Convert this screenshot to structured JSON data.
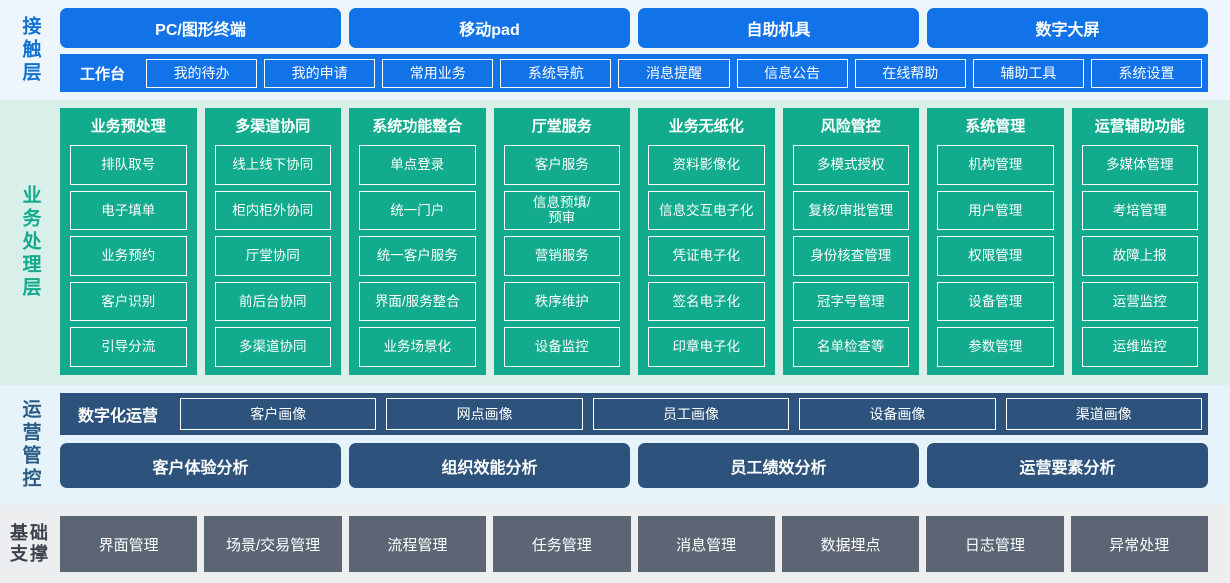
{
  "layers": {
    "contact": {
      "label": "接触层",
      "channels": [
        "PC/图形终端",
        "移动pad",
        "自助机具",
        "数字大屏"
      ],
      "workbench_title": "工作台",
      "workbench_items": [
        "我的待办",
        "我的申请",
        "常用业务",
        "系统导航",
        "消息提醒",
        "信息公告",
        "在线帮助",
        "辅助工具",
        "系统设置"
      ]
    },
    "business": {
      "label": "业务处理层",
      "columns": [
        {
          "title": "业务预处理",
          "items": [
            "排队取号",
            "电子填单",
            "业务预约",
            "客户识别",
            "引导分流"
          ]
        },
        {
          "title": "多渠道协同",
          "items": [
            "线上线下协同",
            "柜内柜外协同",
            "厅堂协同",
            "前后台协同",
            "多渠道协同"
          ]
        },
        {
          "title": "系统功能整合",
          "items": [
            "单点登录",
            "统一门户",
            "统一客户服务",
            "界面/服务整合",
            "业务场景化"
          ]
        },
        {
          "title": "厅堂服务",
          "items": [
            "客户服务",
            "信息预填/\n预审",
            "营销服务",
            "秩序维护",
            "设备监控"
          ]
        },
        {
          "title": "业务无纸化",
          "items": [
            "资料影像化",
            "信息交互电子化",
            "凭证电子化",
            "签名电子化",
            "印章电子化"
          ]
        },
        {
          "title": "风险管控",
          "items": [
            "多模式授权",
            "复核/审批管理",
            "身份核查管理",
            "冠字号管理",
            "名单检查等"
          ]
        },
        {
          "title": "系统管理",
          "items": [
            "机构管理",
            "用户管理",
            "权限管理",
            "设备管理",
            "参数管理"
          ]
        },
        {
          "title": "运营辅助功能",
          "items": [
            "多媒体管理",
            "考培管理",
            "故障上报",
            "运营监控",
            "运维监控"
          ]
        }
      ]
    },
    "operations": {
      "label": "运营管控",
      "digital_title": "数字化运营",
      "portraits": [
        "客户画像",
        "网点画像",
        "员工画像",
        "设备画像",
        "渠道画像"
      ],
      "analyses": [
        "客户体验分析",
        "组织效能分析",
        "员工绩效分析",
        "运营要素分析"
      ]
    },
    "foundation": {
      "label_line1": "基础",
      "label_line2": "支撑",
      "items": [
        "界面管理",
        "场景/交易管理",
        "流程管理",
        "任务管理",
        "消息管理",
        "数据埋点",
        "日志管理",
        "异常处理"
      ]
    }
  },
  "colors": {
    "contact_blue": "#1272e8",
    "contact_bg": "#eef6fd",
    "business_teal": "#12ab8d",
    "business_bg": "#d9f0ea",
    "ops_navy": "#2d537d",
    "ops_bg": "#e6f3fa",
    "base_gray": "#5b6574",
    "base_bg": "#eceef0"
  }
}
